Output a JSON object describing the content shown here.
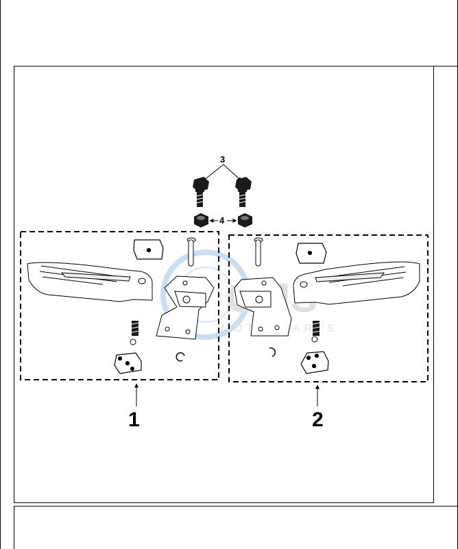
{
  "callouts": {
    "bolts": "3",
    "nuts": "4",
    "left_assembly": "1",
    "right_assembly": "2"
  },
  "watermark": {
    "brand": "CMS",
    "tagline": "MOTORPARTS"
  },
  "colors": {
    "line": "#000000",
    "part_fill": "#ffffff",
    "bolt_fill": "#1a1a1a",
    "watermark_blue": "#9ec3e6",
    "watermark_grey": "#c8c8c8"
  }
}
